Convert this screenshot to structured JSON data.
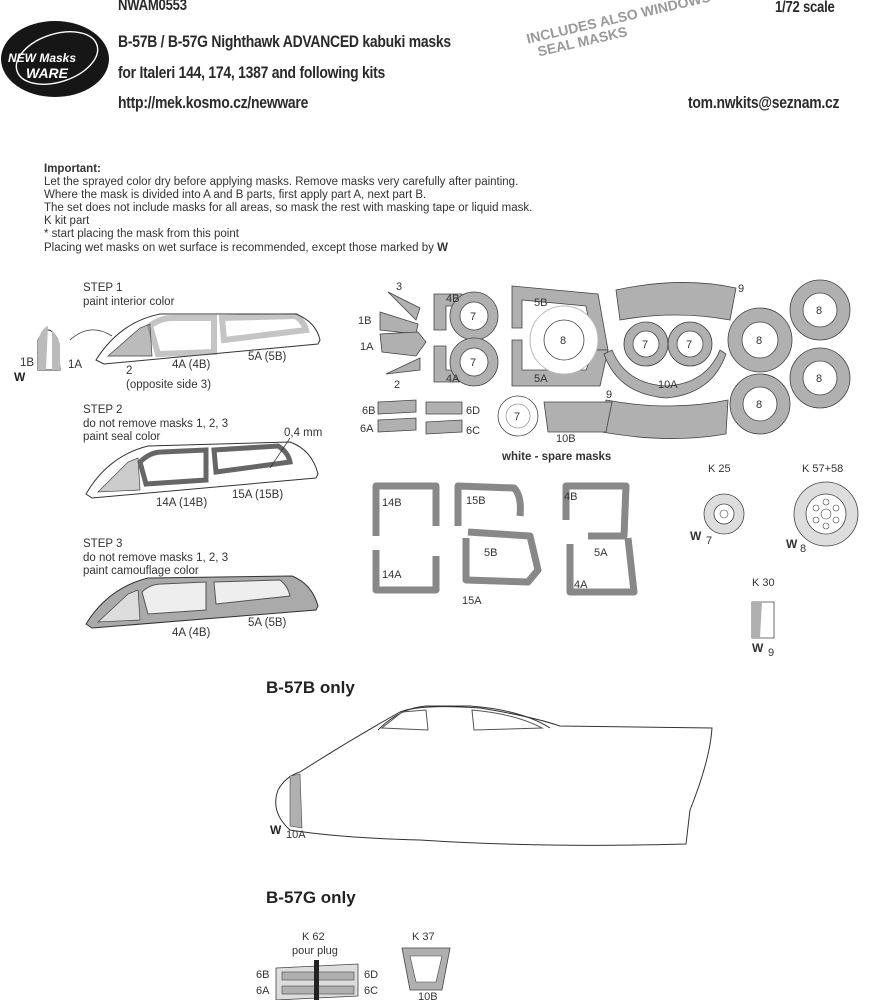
{
  "header": {
    "code": "NWAM0553",
    "scale": "1/72 scale",
    "title": "B-57B / B-57G Nighthawk ADVANCED  kabuki masks",
    "kits": "for Italeri 144, 174, 1387  and following kits",
    "url": "http://mek.kosmo.cz/newware",
    "email": "tom.nwkits@seznam.cz",
    "stamp_line1": "INCLUDES ALSO WINDOWS",
    "stamp_line2": "SEAL MASKS",
    "logo_line1": "NEW Masks",
    "logo_line2": "WARE"
  },
  "important": {
    "heading": "Important:",
    "lines": [
      "Let the sprayed color dry before applying masks. Remove masks very carefully after painting.",
      "Where the mask is divided into A and B parts, first apply part A, next part B.",
      "The set does not include masks for all areas, so mask the rest with masking tape or liquid mask.",
      "K kit part",
      "*  start placing the mask from this point",
      "Placing wet masks on wet surface is recommended, except those marked by"
    ],
    "wet_mark": "W"
  },
  "steps": [
    {
      "title": "STEP 1",
      "line1": "paint interior color",
      "line2": "",
      "labels": [
        "1B",
        "1A",
        "2",
        "(opposite side 3)",
        "4A (4B)",
        "5A (5B)"
      ]
    },
    {
      "title": "STEP 2",
      "line1": "do not remove masks 1, 2, 3",
      "line2": "paint seal color",
      "labels": [
        "0,4 mm",
        "14A (14B)",
        "15A (15B)"
      ]
    },
    {
      "title": "STEP 3",
      "line1": "do not remove masks 1, 2, 3",
      "line2": "paint camouflage color",
      "labels": [
        "4A (4B)",
        "5A (5B)"
      ]
    }
  ],
  "sheet": {
    "labels": {
      "m3": "3",
      "m1b": "1B",
      "m1a": "1A",
      "m2": "2",
      "m4b": "4B",
      "m4a": "4A",
      "m5b": "5B",
      "m5a": "5A",
      "m9a": "9",
      "m9b": "9",
      "m10a": "10A",
      "m10b": "10B",
      "m6b": "6B",
      "m6a": "6A",
      "m6d": "6D",
      "m6c": "6C",
      "n7": "7",
      "n8": "8"
    },
    "spare_caption": "white - spare masks",
    "seal": [
      "14B",
      "14A",
      "15B",
      "15A",
      "5B",
      "5A",
      "4B",
      "4A"
    ]
  },
  "kit_parts": {
    "k25": "K 25",
    "k57": "K 57+58",
    "k30": "K 30",
    "n7": "7",
    "n8": "8",
    "n9": "9",
    "wet": "W"
  },
  "b57b": {
    "title": "B-57B only",
    "label": "10A",
    "wet": "W"
  },
  "b57g": {
    "title": "B-57G only",
    "k62": "K 62",
    "pour_plug": "pour plug",
    "k37": "K 37",
    "labels": [
      "6B",
      "6A",
      "6D",
      "6C",
      "10B"
    ]
  }
}
